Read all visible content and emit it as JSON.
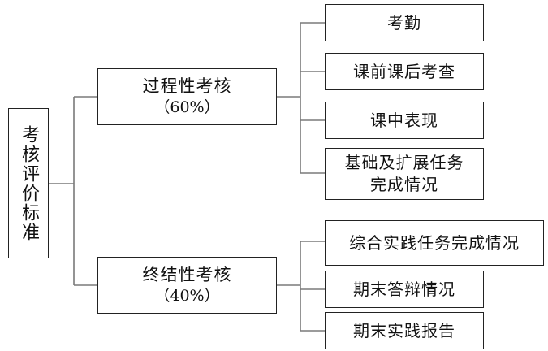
{
  "diagram": {
    "root": {
      "label": "考核评价标准"
    },
    "branches": [
      {
        "title": "过程性考核",
        "percent": "（60%）",
        "items": [
          {
            "label": "考勤"
          },
          {
            "label": "课前课后考查"
          },
          {
            "label": "课中表现"
          },
          {
            "label": "基础及扩展任务完成情况",
            "line1": "基础及扩展任务",
            "line2": "完成情况"
          }
        ]
      },
      {
        "title": "终结性考核",
        "percent": "（40%）",
        "items": [
          {
            "label": "综合实践任务完成情况"
          },
          {
            "label": "期末答辩情况"
          },
          {
            "label": "期末实践报告"
          }
        ]
      }
    ]
  },
  "colors": {
    "line": "#7a7a7a",
    "border": "#222222",
    "text": "#111111"
  }
}
